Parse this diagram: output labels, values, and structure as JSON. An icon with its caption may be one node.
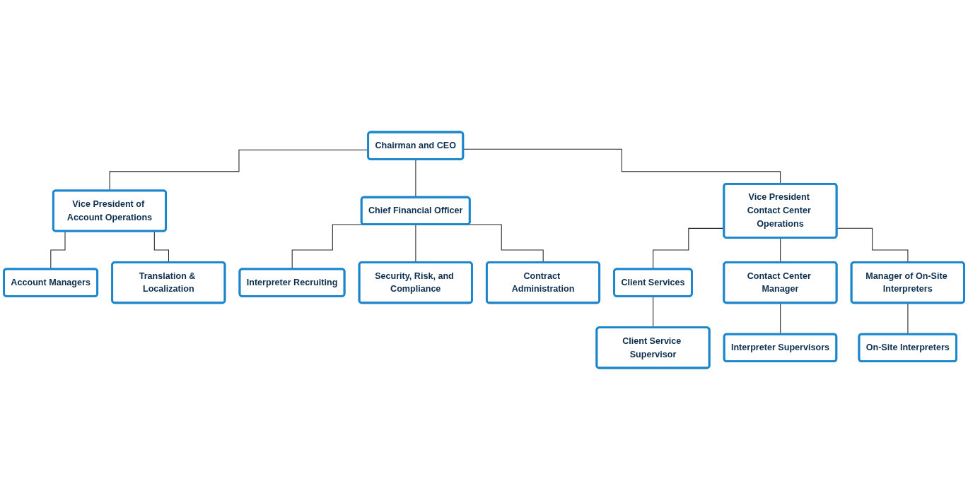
{
  "diagram": {
    "nodes": [
      {
        "text": [
          "Chairman and CEO"
        ]
      },
      {
        "text": [
          "Vice President of Account Operations"
        ]
      },
      {
        "text": [
          "Chief Financial Officer"
        ]
      },
      {
        "text": [
          "Vice President Contact Center Operations"
        ]
      },
      {
        "text": [
          "Account Managers"
        ]
      },
      {
        "text": [
          "Translation & Localization"
        ]
      },
      {
        "text": [
          "Interpreter Recruiting"
        ]
      },
      {
        "text": [
          "Security, Risk, and Compliance"
        ]
      },
      {
        "text": [
          "Contract Administration"
        ]
      },
      {
        "text": [
          "Client Services"
        ]
      },
      {
        "text": [
          "Contact Center Manager"
        ]
      },
      {
        "text": [
          "Manager of On-Site Interpreters"
        ]
      },
      {
        "text": [
          "Client Service Supervisor"
        ]
      },
      {
        "text": [
          "Interpreter Supervisors"
        ]
      },
      {
        "text": [
          "On-Site Interpreters"
        ]
      }
    ],
    "edges": [
      {
        "from": 0,
        "to": 1,
        "arrow": "none"
      },
      {
        "from": 0,
        "to": 2,
        "arrow": "none"
      },
      {
        "from": 0,
        "to": 3,
        "arrow": "none"
      },
      {
        "from": 1,
        "to": 4,
        "arrow": "none"
      },
      {
        "from": 1,
        "to": 5,
        "arrow": "none"
      },
      {
        "from": 2,
        "to": 6,
        "arrow": "none"
      },
      {
        "from": 2,
        "to": 7,
        "arrow": "none"
      },
      {
        "from": 2,
        "to": 8,
        "arrow": "none"
      },
      {
        "from": 3,
        "to": 9,
        "arrow": "none"
      },
      {
        "from": 3,
        "to": 10,
        "arrow": "none"
      },
      {
        "from": 3,
        "to": 11,
        "arrow": "none"
      },
      {
        "from": 9,
        "to": 12,
        "arrow": "none"
      },
      {
        "from": 10,
        "to": 13,
        "arrow": "none"
      },
      {
        "from": 11,
        "to": 14,
        "arrow": "none"
      }
    ]
  }
}
